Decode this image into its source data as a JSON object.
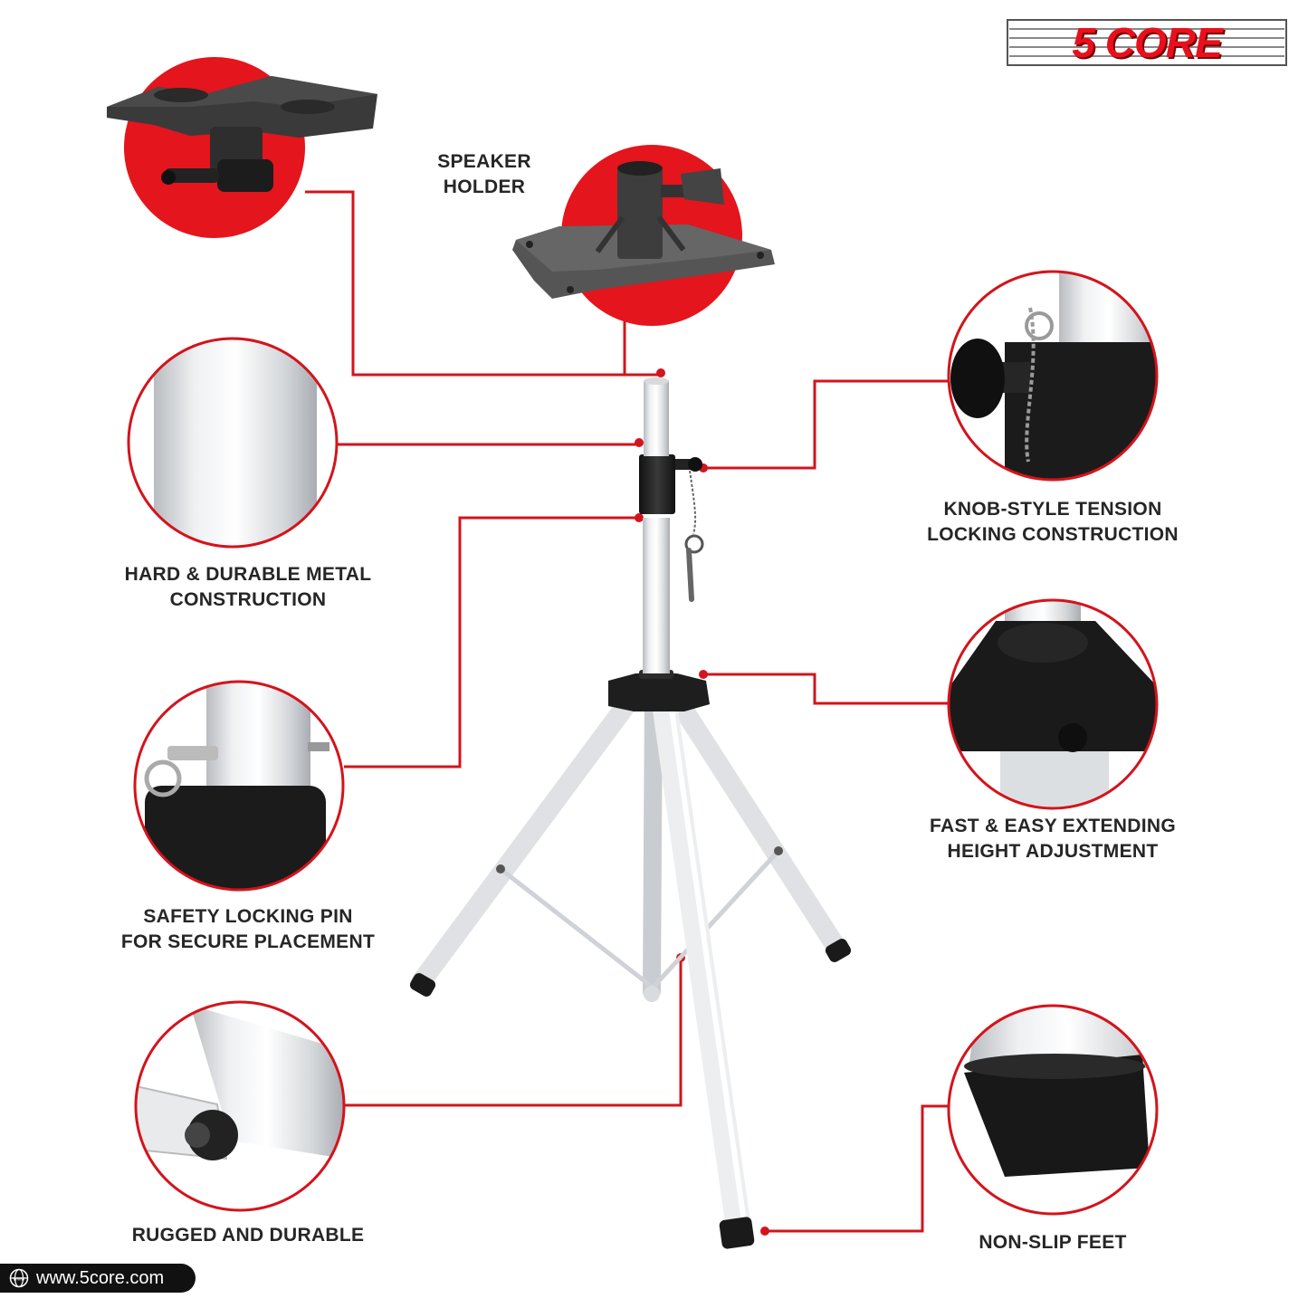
{
  "brand": {
    "logo_text": "5 CORE"
  },
  "footer": {
    "website": "www.5core.com",
    "globe_prefix": "www"
  },
  "features": {
    "speaker_holder": {
      "line1": "SPEAKER",
      "line2": "HOLDER"
    },
    "metal": {
      "line1": "HARD & DURABLE METAL",
      "line2": "CONSTRUCTION"
    },
    "knob": {
      "line1": "KNOB-STYLE TENSION",
      "line2": "LOCKING CONSTRUCTION"
    },
    "safety_pin": {
      "line1": "SAFETY LOCKING PIN",
      "line2": "FOR SECURE PLACEMENT"
    },
    "height": {
      "line1": "FAST & EASY EXTENDING",
      "line2": "HEIGHT ADJUSTMENT"
    },
    "rugged": {
      "line1": "RUGGED AND DURABLE"
    },
    "feet": {
      "line1": "NON-SLIP FEET"
    }
  },
  "colors": {
    "accent": "#d3141c",
    "text": "#262626",
    "stand": "#f1f2f3",
    "dark": "#1e1e1e"
  }
}
